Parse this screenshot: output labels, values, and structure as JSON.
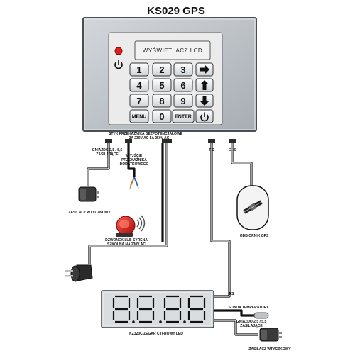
{
  "title": "KS029 GPS",
  "lcd_text": "WYŚWIETLACZ  LCD",
  "keys": {
    "k1": "1",
    "k2": "2",
    "k3": "3",
    "k4": "4",
    "k5": "5",
    "k6": "6",
    "k7": "7",
    "k8": "8",
    "k9": "9",
    "menu": "MENU",
    "k0": "0",
    "enter": "ENTER"
  },
  "labels": {
    "relay_line1": "STYK PRZEKAŹNIKA BEZPOTENCJAŁOWE",
    "relay_line2": "3A 230V AC        5A 250V AC",
    "socket_line1": "GNIAZDO 2,5 / 5,5",
    "socket_line2": "ZASILAJĄCE",
    "output_line1": "WYJŚCIE",
    "output_line2": "PRZEKAŹNIKA",
    "output_line3": "DODATKOWEGO",
    "rs": "RS",
    "gps": "GPS",
    "adapter1": "ZASILACZ WTYCZKOWY",
    "bell_line1": "DZWONEK LUB SYRENA",
    "bell_line2": "SZKOLNA NA 230V AC",
    "gps_receiver": "ODBIORNIK  GPS",
    "rs2": "RS",
    "temp_probe": "SONDA TEMPERATURY",
    "socket2_line1": "GNIAZDO 2,5 / 5,5",
    "socket2_line2": "ZASILAJĄCE",
    "clock": "KZ320C ZEGAR CYFROWY LED",
    "adapter2": "ZASILACZ WTYCZKOWY"
  },
  "colors": {
    "panel": "#b9bec4",
    "panel_border": "#4a4f55",
    "keypad_bg": "#ebebeb",
    "lcd_bg": "#f2f2f2",
    "led_red": "#e02020",
    "siren_red": "#d81818",
    "display_bg": "#d9dde0",
    "wire": "#111111"
  },
  "icons": [
    "power-icon",
    "arrow-right-icon",
    "arrow-up-icon",
    "arrow-down-icon",
    "gps-satellite-icon",
    "plug-icon",
    "siren-icon",
    "power-adapter-icon",
    "wire-ends-icon"
  ]
}
